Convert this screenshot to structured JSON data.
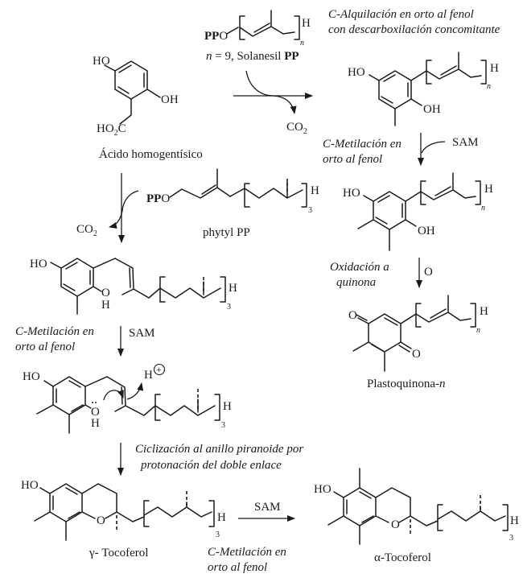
{
  "title": "Biosíntesis de plastoquinona y tocoferoles",
  "colors": {
    "ink": "#1a1a1a",
    "background": "#ffffff"
  },
  "compounds": {
    "homogentisic": {
      "name": "Ácido homogentísico",
      "ho_top": "HO",
      "oh_right": "OH",
      "acid": "HO",
      "acid_sub": "2",
      "acid_c": "C"
    },
    "solanesyl": {
      "pp": "PP",
      "o": "O",
      "h": "H",
      "n_sub": "n",
      "label_n": "n",
      "label_eq": " = 9,  Solanesil ",
      "label_pp": "PP"
    },
    "plastoquinol_precursor": {
      "ho": "HO",
      "oh": "OH",
      "h": "H",
      "n_sub": "n"
    },
    "dimethyl_plastoquinol": {
      "ho": "HO",
      "oh": "OH",
      "h": "H",
      "n_sub": "n"
    },
    "plastoquinone": {
      "name": "Plastoquinona-",
      "name_italic": "n",
      "o_top": "O",
      "o_bottom": "O",
      "h": "H",
      "n_sub": "n"
    },
    "phytyl_pp": {
      "name": "phytyl PP",
      "pp": "PP",
      "o": "O",
      "h": "H",
      "sub": "3"
    },
    "methyl_phytyl_hq": {
      "ho": "HO",
      "o": "O",
      "h_oh": "H",
      "h": "H",
      "sub": "3"
    },
    "dimethyl_phytyl_hq": {
      "ho": "HO",
      "o": "O",
      "h_oh": "H",
      "h": "H",
      "sub": "3",
      "proton": "H",
      "charge": "+",
      "lone_pair": "··"
    },
    "gamma_tocopherol": {
      "name": "γ- Tocoferol",
      "ho": "HO",
      "o": "O",
      "h": "H",
      "sub": "3"
    },
    "alpha_tocopherol": {
      "name": "α-Tocoferol",
      "ho": "HO",
      "o": "O",
      "h": "H",
      "sub": "3"
    }
  },
  "steps": {
    "alkylation_right": {
      "line1": "C-Alquilación en orto al fenol",
      "line2": "con descarboxilación concomitante",
      "byproduct": "CO",
      "byproduct_sub": "2"
    },
    "methylation_right": {
      "line1": "C-Metilación en",
      "line2": "orto al fenol",
      "reagent": "SAM"
    },
    "oxidation": {
      "line1": "Oxidación a",
      "line2": "quinona",
      "reagent": "O"
    },
    "alkylation_left": {
      "byproduct": "CO",
      "byproduct_sub": "2"
    },
    "methylation_left": {
      "line1": "C-Metilación en",
      "line2": "orto al fenol",
      "reagent": "SAM"
    },
    "cyclization": {
      "line1": "Ciclización al anillo piranoide por",
      "line2": "protonación del  doble enlace"
    },
    "methylation_bottom": {
      "line1": "C-Metilación en",
      "line2": "orto al fenol",
      "reagent": "SAM"
    }
  }
}
